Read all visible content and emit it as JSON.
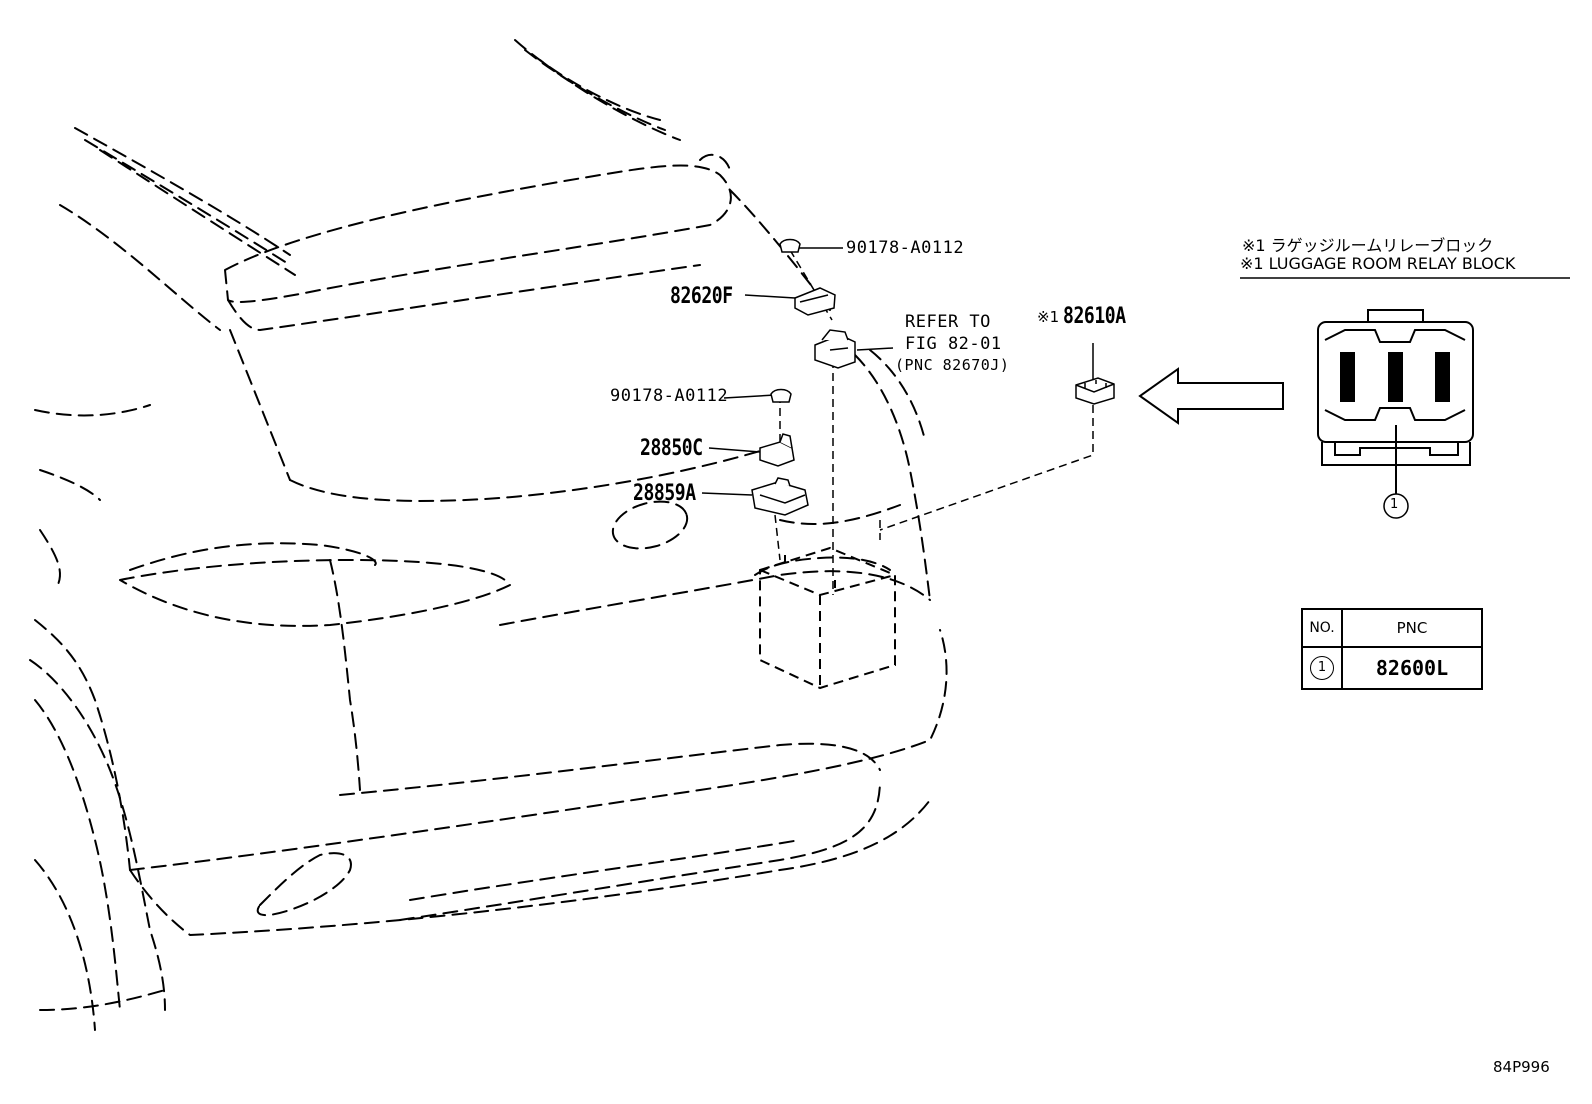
{
  "parts": {
    "clip_top": "90178-A0112",
    "bracket": "82620F",
    "clip_mid": "90178-A0112",
    "clamp": "28850C",
    "holder": "28859A",
    "relay_block_mark": "※1",
    "relay_block": "82610A"
  },
  "refer": {
    "line1": "REFER TO",
    "line2": "FIG 82-01",
    "line3": "(PNC 82670J)"
  },
  "note": {
    "jp": "※1 ラゲッジルームリレーブロック",
    "en": "※1 LUGGAGE ROOM RELAY BLOCK"
  },
  "callout": "1",
  "table": {
    "header_no": "NO.",
    "header_pnc": "PNC",
    "rows": [
      {
        "no": "1",
        "pnc": "82600L"
      }
    ]
  },
  "figure_code": "84P996"
}
